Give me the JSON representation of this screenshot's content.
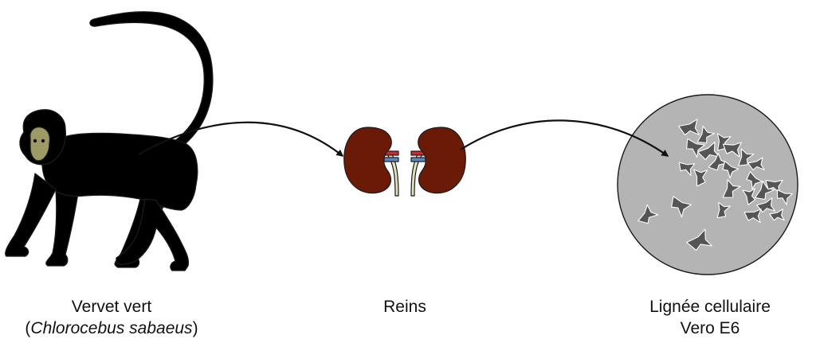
{
  "colors": {
    "monkey_fill": "#d7d5a5",
    "monkey_face": "#9d9a66",
    "kidney_fill": "#6b1a07",
    "artery": "#d8242b",
    "vein": "#5d86c9",
    "ureter": "#e4e1bd",
    "dish_fill": "#b4b4b4",
    "cell_fill": "#555555",
    "outline": "#1a1a1a"
  },
  "icons": [
    "vervet-monkey-icon",
    "kidneys-icon",
    "cell-culture-dish-icon",
    "arrow-icon"
  ],
  "labels": {
    "monkey": {
      "line1": "Vervet vert",
      "line2_open": "(",
      "line2_species": "Chlorocebus sabaeus",
      "line2_close": ")"
    },
    "kidneys": {
      "line1": "Reins"
    },
    "cells": {
      "line1": "Lignée cellulaire",
      "line2": "Vero E6"
    }
  }
}
